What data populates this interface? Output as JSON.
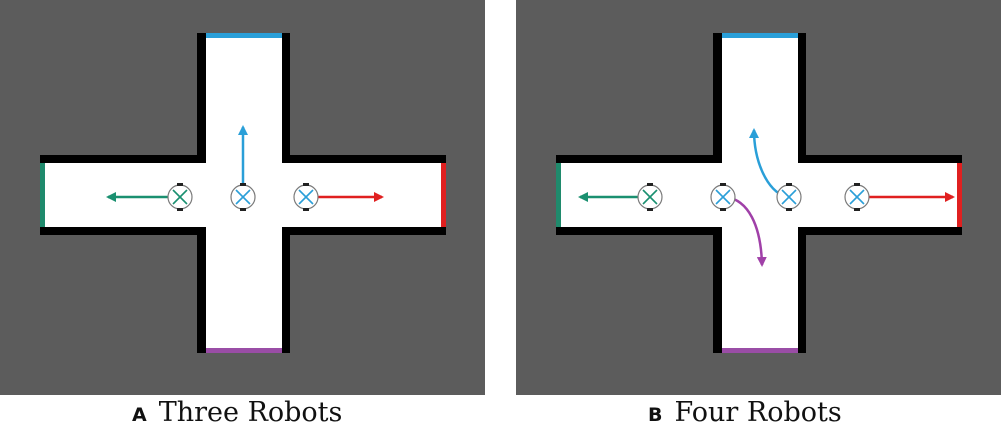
{
  "colors": {
    "background": "#5c5c5c",
    "floor": "#ffffff",
    "wall": "#000000",
    "exit_north": "#2a9fd8",
    "exit_east": "#e02020",
    "exit_west": "#1f8a6c",
    "exit_south": "#9a4da6",
    "robot_outline": "#7a7a7a",
    "arrow_green": "#1a9070",
    "arrow_blue": "#2a9fd8",
    "arrow_red": "#e02020",
    "arrow_purple": "#a040a8"
  },
  "icons": {
    "robot": "robot-icon",
    "arrow": "arrow-icon"
  },
  "panels": [
    {
      "letter": "A",
      "title": "Three Robots",
      "robots": 3
    },
    {
      "letter": "B",
      "title": "Four Robots",
      "robots": 4
    }
  ]
}
